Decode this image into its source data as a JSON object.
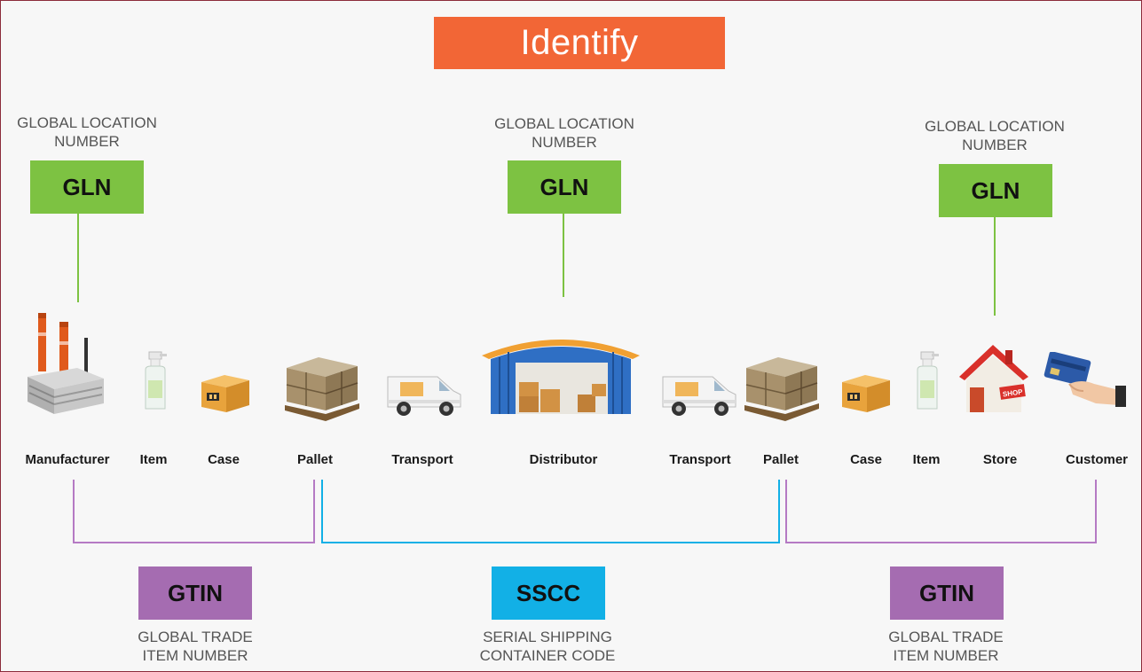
{
  "title": "Identify",
  "gln": [
    {
      "caption_line1": "GLOBAL LOCATION",
      "caption_line2": "NUMBER",
      "code": "GLN"
    },
    {
      "caption_line1": "GLOBAL LOCATION",
      "caption_line2": "NUMBER",
      "code": "GLN"
    },
    {
      "caption_line1": "GLOBAL LOCATION",
      "caption_line2": "NUMBER",
      "code": "GLN"
    }
  ],
  "nodes": [
    {
      "label": "Manufacturer",
      "icon": "factory-icon"
    },
    {
      "label": "Item",
      "icon": "spray-bottle-icon"
    },
    {
      "label": "Case",
      "icon": "box-icon"
    },
    {
      "label": "Pallet",
      "icon": "pallet-icon"
    },
    {
      "label": "Transport",
      "icon": "van-icon"
    },
    {
      "label": "Distributor",
      "icon": "warehouse-icon"
    },
    {
      "label": "Transport",
      "icon": "van-icon"
    },
    {
      "label": "Pallet",
      "icon": "pallet-icon"
    },
    {
      "label": "Case",
      "icon": "box-icon"
    },
    {
      "label": "Item",
      "icon": "spray-bottle-icon"
    },
    {
      "label": "Store",
      "icon": "shop-icon"
    },
    {
      "label": "Customer",
      "icon": "credit-card-icon"
    }
  ],
  "shop_sign": "SHOP",
  "bottom": [
    {
      "code": "GTIN",
      "caption_line1": "GLOBAL TRADE",
      "caption_line2": "ITEM NUMBER"
    },
    {
      "code": "SSCC",
      "caption_line1": "SERIAL SHIPPING",
      "caption_line2": "CONTAINER CODE"
    },
    {
      "code": "GTIN",
      "caption_line1": "GLOBAL TRADE",
      "caption_line2": "ITEM NUMBER"
    }
  ],
  "colors": {
    "title": "#f26636",
    "gln": "#7dc242",
    "gtin": "#a56cb1",
    "sscc": "#12b0e6"
  }
}
